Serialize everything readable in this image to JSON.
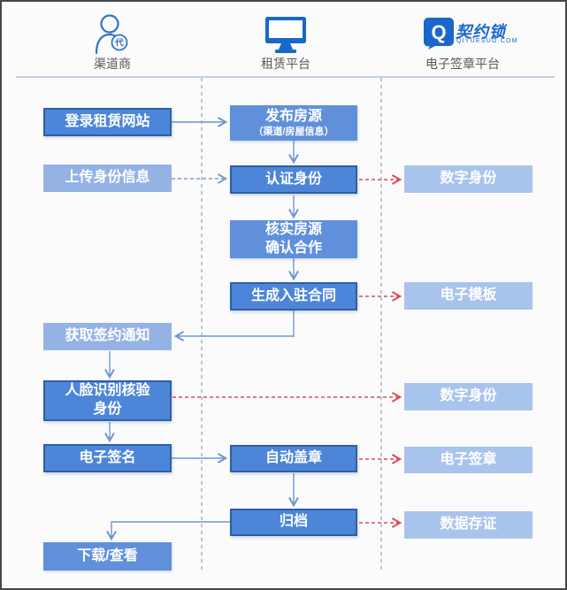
{
  "header": {
    "lanes": [
      {
        "label": "渠道商"
      },
      {
        "label": "租赁平台"
      },
      {
        "label": "电子签章平台"
      }
    ],
    "logo": {
      "q_glyph": "Q",
      "brand": "契约锁",
      "domain": "QIYUESUO.COM"
    },
    "agent_badge": "代"
  },
  "nodes": {
    "login": "登录租赁网站",
    "upload_identity": "上传身份信息",
    "publish_title": "发布房源",
    "publish_sub": "（渠道/房屋信息）",
    "auth_identity": "认证身份",
    "digital_identity_1": "数字身份",
    "verify_house": "核实房源\n确认合作",
    "gen_contract": "生成入驻合同",
    "etemplate": "电子模板",
    "sign_notice": "获取签约通知",
    "face_verify": "人脸识别核验\n身份",
    "digital_identity_2": "数字身份",
    "esign": "电子签名",
    "auto_seal": "自动盖章",
    "eseal": "电子签章",
    "archive": "归档",
    "data_deposit": "数据存证",
    "download": "下载/查看"
  },
  "colors": {
    "node_strong": "#4d86d8",
    "node_strong_border": "#2d5fa7",
    "node_medium": "#6090dc",
    "node_light": "#94b3e4",
    "node_lighter": "#a9c4ec",
    "arrow_blue": "#6e96d0",
    "arrow_red": "#dd4b5e",
    "guide_dash": "#8aa5c0",
    "logo_blue": "#1a66cc"
  }
}
